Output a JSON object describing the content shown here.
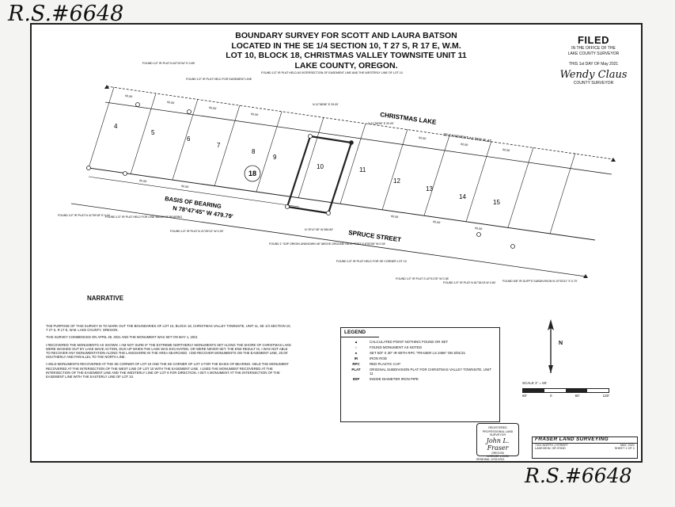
{
  "stamp_top": "R.S.#6648",
  "stamp_bottom": "R.S.#6648",
  "title": [
    "BOUNDARY SURVEY FOR SCOTT AND LAURA BATSON",
    "LOCATED IN THE SE 1/4 SECTION 10, T 27 S, R 17 E, W.M.",
    "LOT 10, BLOCK 18, CHRISTMAS VALLEY TOWNSITE UNIT 11",
    "LAKE COUNTY,  OREGON."
  ],
  "filed": {
    "heading": "FILED",
    "line1": "IN THE OFFICE OF THE",
    "line2": "LAKE COUNTY SURVEYOR",
    "day_line": "THIS 1st DAY OF May 2021",
    "signature": "Wendy Claus",
    "role": "COUNTY SURVEYOR"
  },
  "map": {
    "lake_label": "CHRISTMAS LAKE",
    "street_label": "SPRUCE STREET",
    "basis_title": "BASIS OF BEARING",
    "basis_value": "N 78°47'45\" W 479.79'",
    "easement_label": "20' EASEMENT AS PER PLAT",
    "block_number": "18",
    "lots": [
      "4",
      "5",
      "6",
      "7",
      "8",
      "9",
      "10",
      "11",
      "12",
      "13",
      "14",
      "15"
    ],
    "lot_frontage": "60.00'",
    "notes": [
      "FOUND 1/2\" IR PLAT N 62°20'34\" E 0.89'",
      "FOUND 1/2\" IR PLAT HELD FOR EASEMENT LINE",
      "FOUND 1/2\" IR PLAT HELD AS INTERSECTION OF EASEMENT LINE AND THE WESTERLY LINE OF LOT 10",
      "N 11°58'58\" E 29.00'",
      "N 11°58'58\" E 20.00'",
      "FOUND 1/2\" IR PLAT N 41°59'18\" E 0.14'",
      "FOUND 1/2\" IR PLAT HELD FOR LINE BASIS OF BEARING",
      "FOUND 1/2\" IR PLAT N 21°59'13\" W 0.39'",
      "FOUND 1\" IDIP ORIGIN UNKNOWN 46\" ABOVE GROUND GATE POST S 5°53'56\" W 0.34'",
      "FOUND 1/2\" IR PLAT HELD FOR SE CORNER LOT 10",
      "FOUND 1/2\" IR PLAT S 42°01'25\" W 0.38'",
      "FOUND 1/2\" IR PLAT N 81°38.03 W 0.80'",
      "FOUND 5/8\" IR DUFF'S SUBDIVISION N 10°53'31\" E 0.70'",
      "N 78°47'45\" W 984.80'"
    ]
  },
  "narrative": {
    "heading": "NARRATIVE",
    "paragraphs": [
      "THE PURPOSE OF THIS SURVEY IS TO MARK OUT THE BOUNDARIES OF LOT 10, BLOCK 18, CHRISTMAS VALLEY TOWNSITE, UNIT 11, SE 1/4 SECTION 10, T 27 S, R 17 E, W.M. LAKE COUNTY, OREGON.",
      "THIS SURVEY COMMENCED ON APRIL 29, 2021 AND THE MONUMENT WAS SET ON MAY 1, 2021",
      "I RECOVERED THE MONUMENTS AS SHOWN. I AM NOT SURE IF THE EXTREME NORTHERLY MONUMENTS SET ALONG THE SHORE OF CHRISTMAS LAKE WERE WASHED OUT BY LAKE WAVE ACTION, DUG UP WHEN THE LAKE WAS EXCAVATED, OR WERE NEVER SET. THE END RESULT IS, I WAS NOT ABLE TO RECOVER ANY MONUMENTATION ALONG THE LAKESHORE IN THE AREA SEARCHED. I DID RECOVER MONUMENTS ON THE EASEMENT LINE, 20.00' SOUTHERLY AND PARALLEL TO THE NORTH LINE.",
      "I HELD MONUMENTS RECOVERED AT THE SE CORNER OF LOT 10 AND THE SE CORNER OF LOT 4 FOR THE BASIS OF BEARING. HELD THE MONUMENT RECOVERED AT THE INTERSECTION OF THE WEST LINE OF LOT 10 WITH THE EASEMENT LINE. I USED THE MONUMENT RECOVERED AT THE INTERSECTION OF THE EASEMENT LINE AND THE WESTERLY LINE OF LOT 9 FOR DIRECTION. I SET A MONUMENT AT THE INTERSECTION OF THE EASEMENT LINE WITH THE EASTERLY LINE OF LOT 10."
    ]
  },
  "legend": {
    "heading": "LEGEND",
    "rows": [
      {
        "symbol": "▲",
        "text": "CALCULATED POINT NOTHING FOUND OR SET"
      },
      {
        "symbol": "○",
        "text": "FOUND MONUMENT AS NOTED"
      },
      {
        "symbol": "●",
        "text": "SET 5/8\" X 30\" IR WITH RPC \"FRASER LS 2496\" ON 5/01/21"
      },
      {
        "symbol": "IR",
        "text": "IRON ROD"
      },
      {
        "symbol": "RPC",
        "text": "RED PLASTIC CAP"
      },
      {
        "symbol": "PLAT",
        "text": "ORIGINAL SUBDIVISION PLAT FOR CHRISTMAS VALLEY TOWNSITE, UNIT 11"
      },
      {
        "symbol": "IDIP",
        "text": "INSIDE DIAMETER IRON PIPE"
      }
    ]
  },
  "north_label": "N",
  "scale": {
    "label": "SCALE 1\" = 60'",
    "ticks": [
      "60'",
      "0",
      "60'",
      "120'"
    ]
  },
  "surveyor_stamp": {
    "line1": "REGISTERED PROFESSIONAL LAND SURVEYOR",
    "signature": "John L. Fraser",
    "line2": "OREGON",
    "line3": "LICENSE # 2496",
    "renewal": "RENEWAL 12/31/2021"
  },
  "title_block": {
    "firm": "FRASER LAND SURVEYING",
    "address": "7101 NORTH J STREET",
    "city": "LAKEVIEW, OR 97630",
    "date": "MAY, 2021",
    "sheet": "SHEET 1 OF 1"
  }
}
